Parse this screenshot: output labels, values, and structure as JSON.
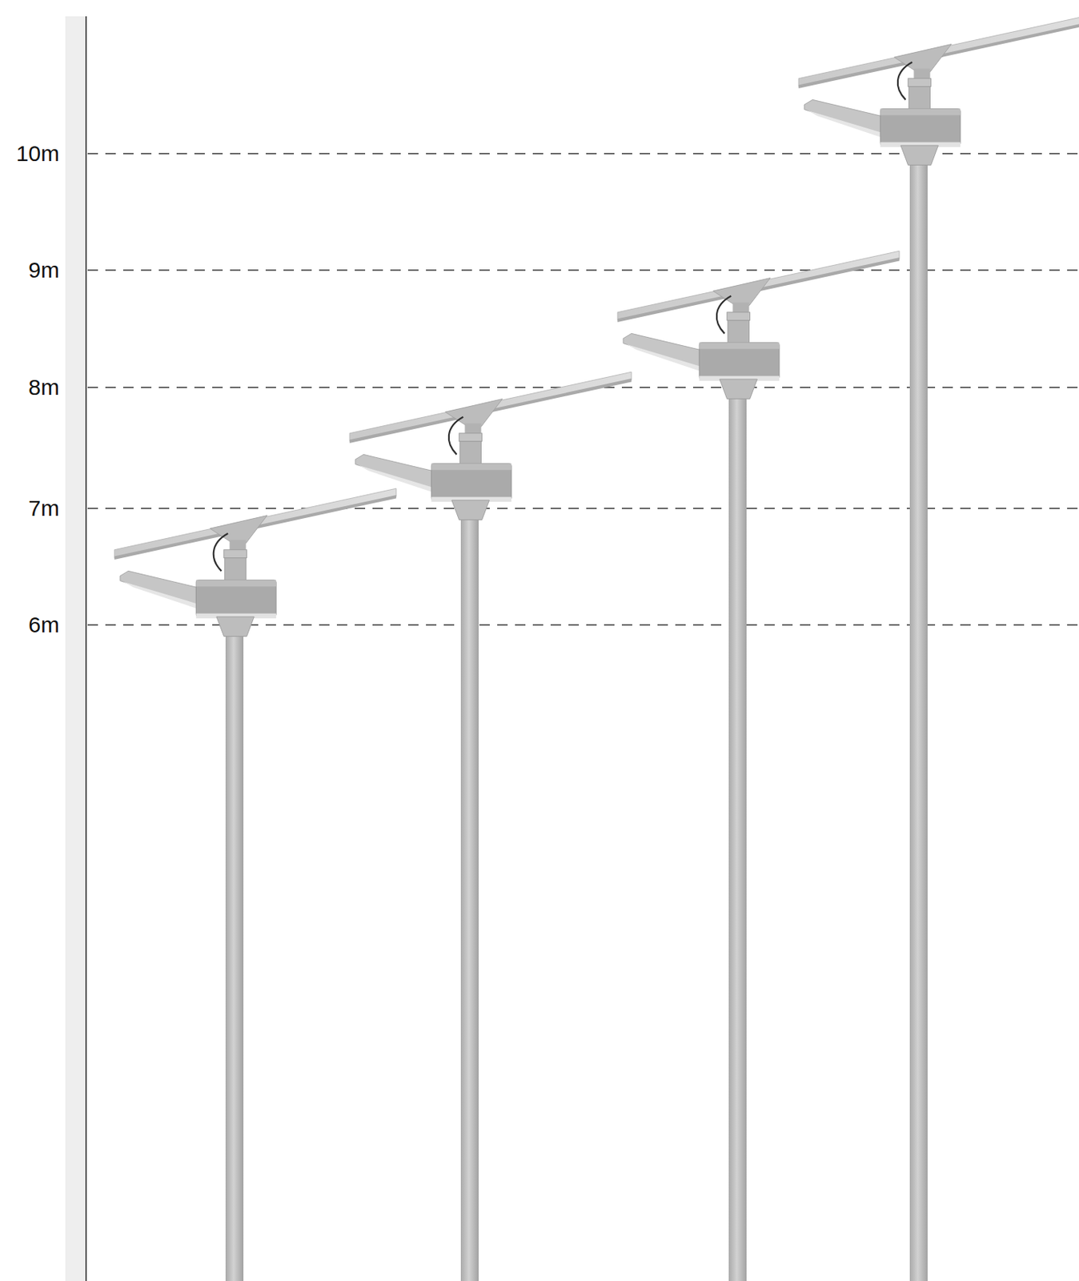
{
  "diagram": {
    "labels": [
      "10m",
      "9m",
      "8m",
      "7m",
      "6m"
    ]
  }
}
